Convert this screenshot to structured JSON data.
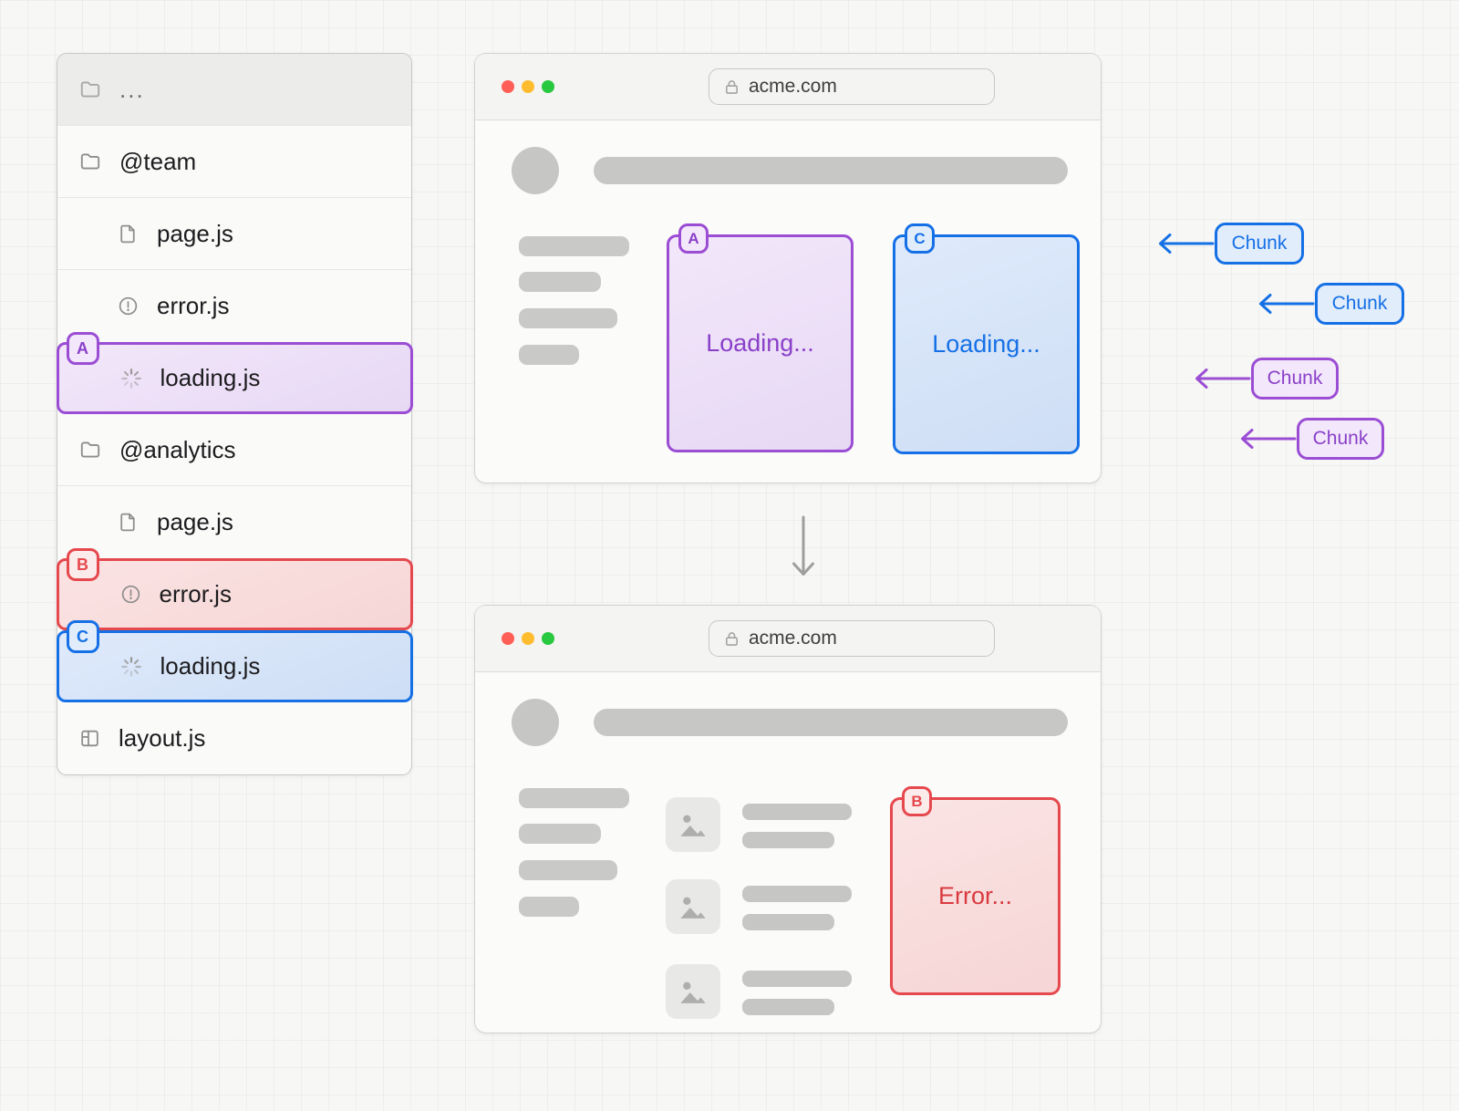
{
  "colors": {
    "purple": "#9b4dd4",
    "purple-text": "#8a3fc9",
    "purple-badge-fill": "#f3e8fb",
    "blue": "#1570e6",
    "blue-badge-fill": "#e2edfb",
    "red": "#e5484d",
    "red-text": "#d93a3f",
    "red-badge-fill": "#fcebeb",
    "traffic-red": "#ff5f57",
    "traffic-yellow": "#febc2e",
    "traffic-green": "#28c840"
  },
  "tree": {
    "rows": [
      {
        "label": "...",
        "icon": "folder"
      },
      {
        "label": "@team",
        "icon": "folder"
      },
      {
        "label": "page.js",
        "icon": "file"
      },
      {
        "label": "error.js",
        "icon": "alert-circle"
      },
      {
        "label": "loading.js",
        "icon": "spinner",
        "badge": "A",
        "highlight": "purple"
      },
      {
        "label": "@analytics",
        "icon": "folder"
      },
      {
        "label": "page.js",
        "icon": "file"
      },
      {
        "label": "error.js",
        "icon": "alert-circle",
        "badge": "B",
        "highlight": "red"
      },
      {
        "label": "loading.js",
        "icon": "spinner",
        "badge": "C",
        "highlight": "blue"
      },
      {
        "label": "layout.js",
        "icon": "layout"
      }
    ]
  },
  "browsers": {
    "top": {
      "url": "acme.com",
      "slots": [
        {
          "badge": "A",
          "text": "Loading...",
          "color": "purple"
        },
        {
          "badge": "C",
          "text": "Loading...",
          "color": "blue"
        }
      ]
    },
    "bottom": {
      "url": "acme.com",
      "slot": {
        "badge": "B",
        "text": "Error...",
        "color": "red"
      }
    }
  },
  "annotations": {
    "chunks": [
      {
        "label": "Chunk",
        "color": "blue"
      },
      {
        "label": "Chunk",
        "color": "blue"
      },
      {
        "label": "Chunk",
        "color": "purple"
      },
      {
        "label": "Chunk",
        "color": "purple"
      }
    ]
  }
}
